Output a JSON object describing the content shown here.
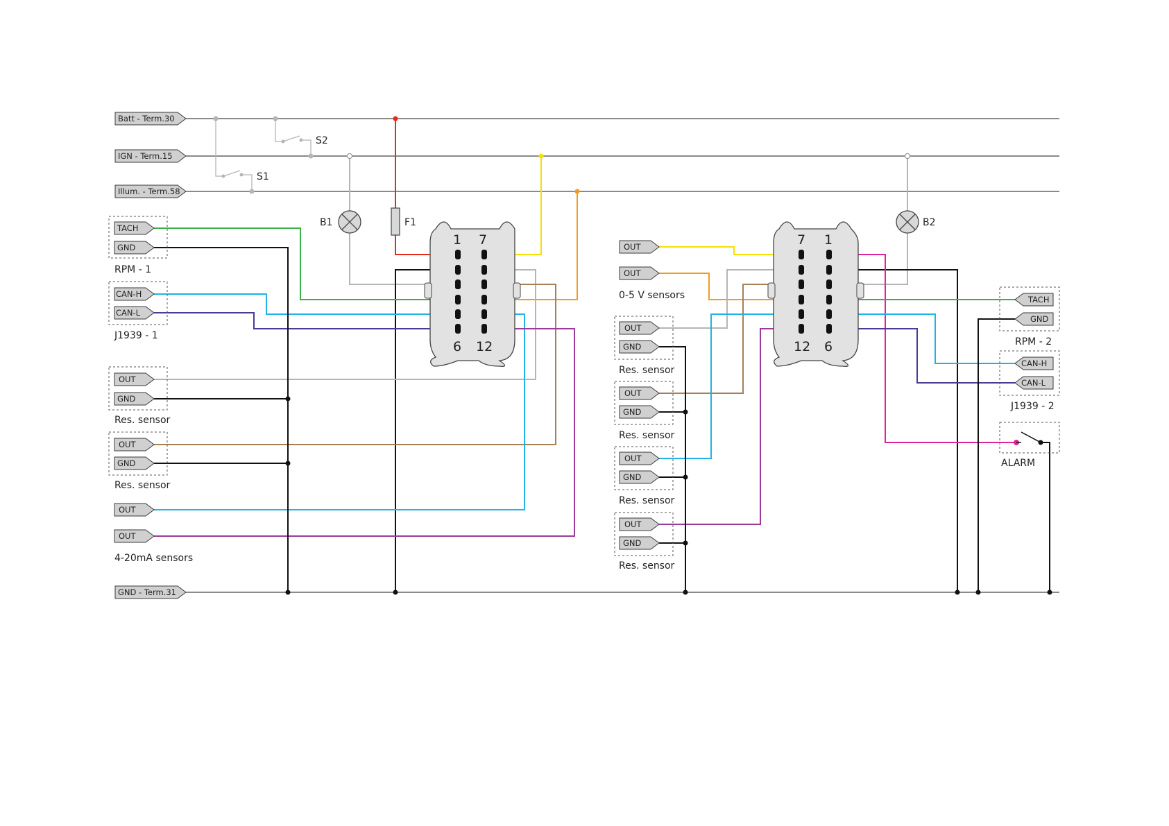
{
  "colors": {
    "batt": "#e8291c",
    "ign": "#f5e100",
    "illum": "#f59a1e",
    "gnd": "#111111",
    "grey": "#b5b5b5",
    "green": "#3cb04a",
    "blue": "#1fb3e6",
    "violet": "#4b3a96",
    "brown": "#a67f55",
    "purple": "#9b3a9b",
    "magenta": "#e0239a"
  },
  "rails": {
    "batt": "Batt - Term.30",
    "ign": "IGN - Term.15",
    "illum": "Illum. - Term.58",
    "gnd": "GND - Term.31"
  },
  "components": {
    "s1": "S1",
    "s2": "S2",
    "b1": "B1",
    "f1": "F1",
    "b2": "B2"
  },
  "connector1": {
    "pin_top_left": "1",
    "pin_top_right": "7",
    "pin_bottom_left": "6",
    "pin_bottom_right": "12"
  },
  "connector2": {
    "pin_top_left": "7",
    "pin_top_right": "1",
    "pin_bottom_left": "12",
    "pin_bottom_right": "6"
  },
  "left_groups": {
    "rpm1": {
      "label": "RPM - 1",
      "tach": "TACH",
      "gnd": "GND"
    },
    "j1939_1": {
      "label": "J1939 - 1",
      "canh": "CAN-H",
      "canl": "CAN-L"
    },
    "res1": {
      "label": "Res. sensor",
      "out": "OUT",
      "gnd": "GND"
    },
    "res2": {
      "label": "Res. sensor",
      "out": "OUT",
      "gnd": "GND"
    },
    "ma": {
      "label": "4-20mA sensors",
      "out1": "OUT",
      "out2": "OUT"
    }
  },
  "middle_groups": {
    "v05": {
      "label": "0-5 V sensors",
      "out1": "OUT",
      "out2": "OUT"
    },
    "res3": {
      "label": "Res. sensor",
      "out": "OUT",
      "gnd": "GND"
    },
    "res4": {
      "label": "Res. sensor",
      "out": "OUT",
      "gnd": "GND"
    },
    "res5": {
      "label": "Res. sensor",
      "out": "OUT",
      "gnd": "GND"
    },
    "res6": {
      "label": "Res. sensor",
      "out": "OUT",
      "gnd": "GND"
    }
  },
  "right_groups": {
    "rpm2": {
      "label": "RPM - 2",
      "tach": "TACH",
      "gnd": "GND"
    },
    "j1939_2": {
      "label": "J1939 - 2",
      "canh": "CAN-H",
      "canl": "CAN-L"
    },
    "alarm": {
      "label": "ALARM"
    }
  }
}
